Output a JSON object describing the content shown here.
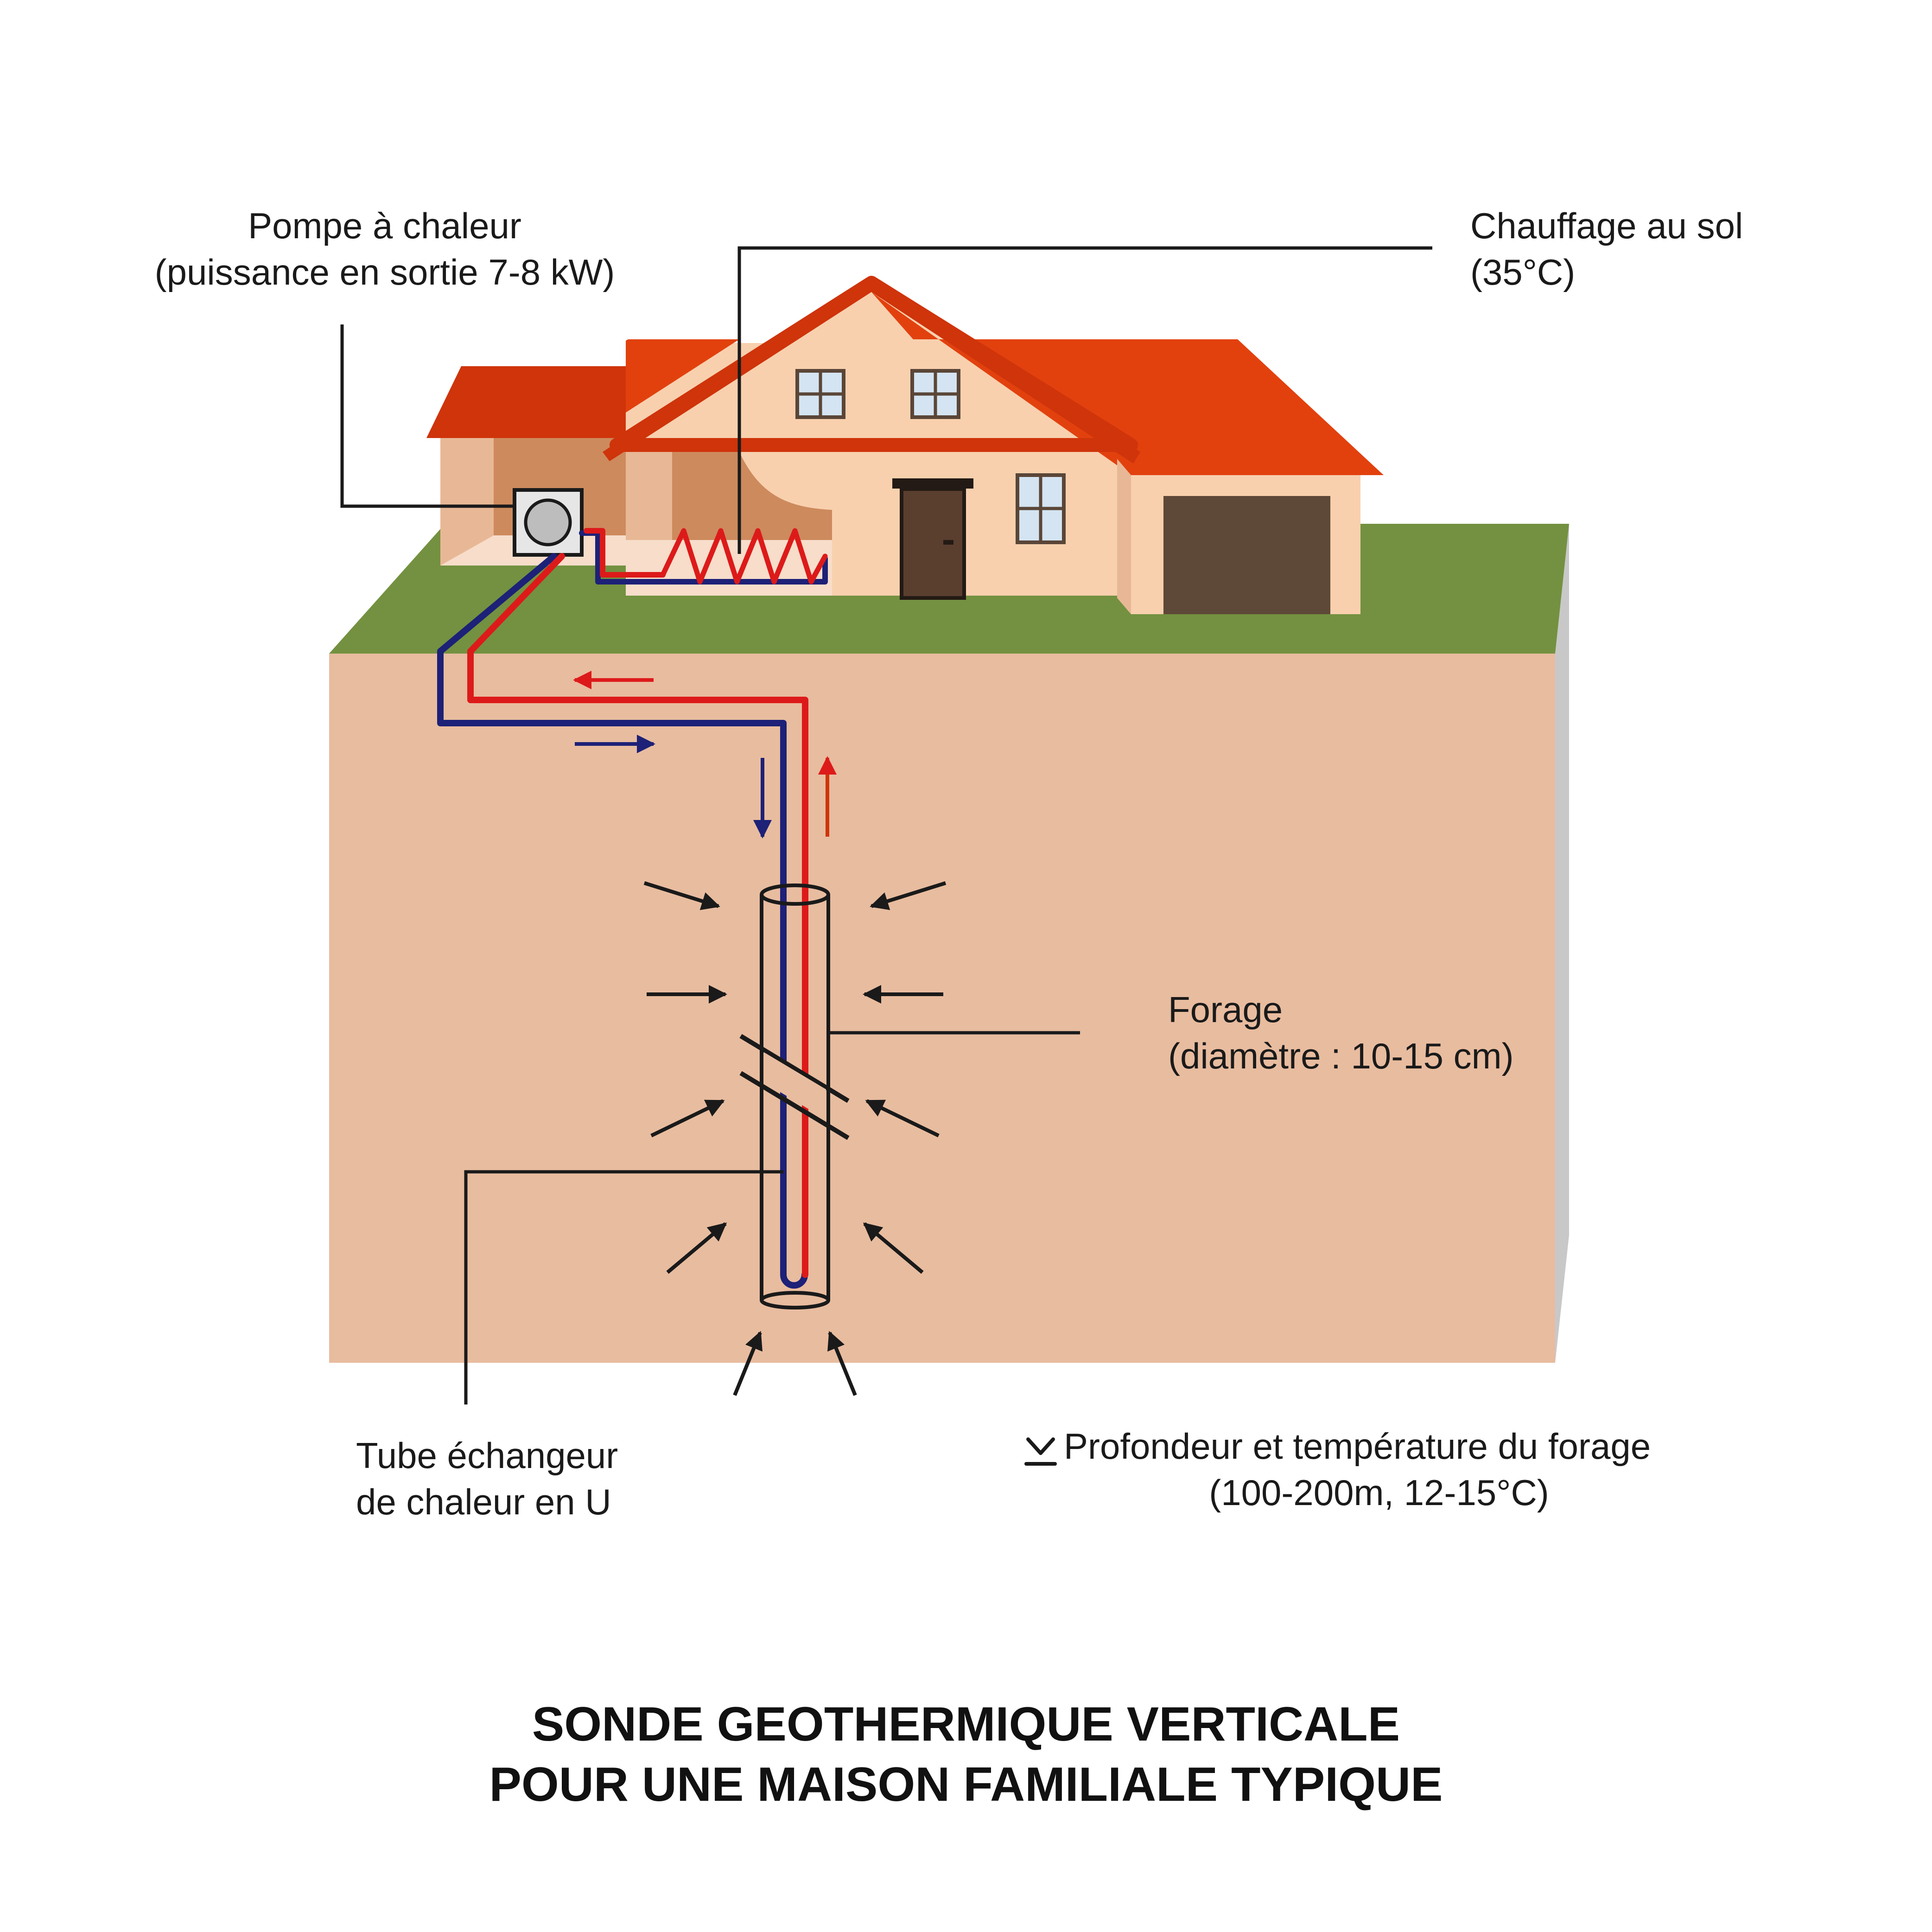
{
  "labels": {
    "pump_line1": "Pompe à chaleur",
    "pump_line2": "(puissance en sortie 7-8 kW)",
    "floor_line1": "Chauffage au sol",
    "floor_line2": "(35°C)",
    "forage_line1": "Forage",
    "forage_line2": "(diamètre : 10-15 cm)",
    "tube_line1": "Tube échangeur",
    "tube_line2": "de chaleur en U",
    "depth_line1": "Profondeur et température du forage",
    "depth_line2": "(100-200m, 12-15°C)"
  },
  "title": {
    "line1": "SONDE GEOTHERMIQUE VERTICALE",
    "line2": "POUR UNE MAISON FAMILIALE TYPIQUE"
  },
  "icons": {
    "depth": "down-arrow-underline-icon"
  },
  "colors": {
    "soil": "#e8bc9f",
    "soil_side": "#c8c8c8",
    "grass": "#739140",
    "roof": "#e2410e",
    "roof_dark": "#cf340b",
    "wall": "#f8d0ae",
    "hot_pipe": "#dd1a1a",
    "cold_pipe": "#1d2177",
    "door": "#5a3e2e",
    "garage": "#5e4838"
  }
}
